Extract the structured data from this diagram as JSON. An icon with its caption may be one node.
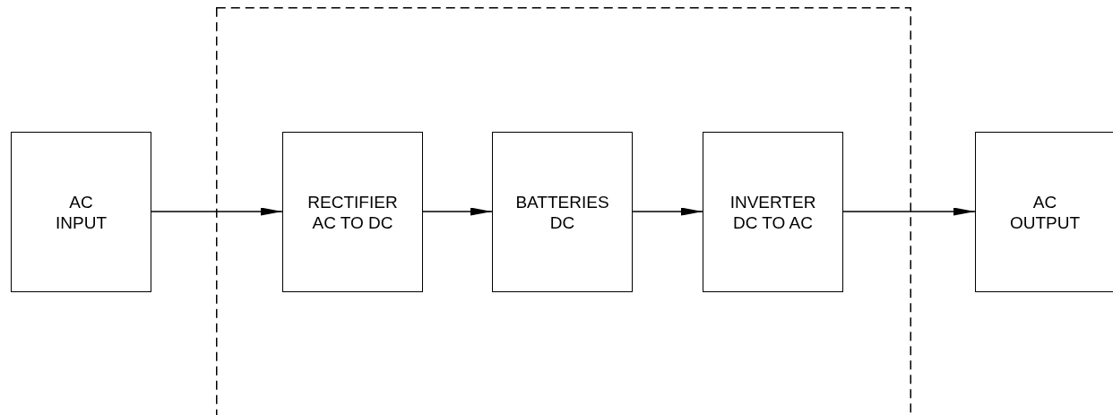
{
  "diagram": {
    "nodes": [
      {
        "text": [
          "AC INPUT"
        ]
      },
      {
        "text": [],
        "shape": "box"
      },
      {
        "text": [
          "RECTIFIER AC TO DC"
        ],
        "in": 1
      },
      {
        "text": [
          "BATTERIES DC"
        ],
        "in": 1
      },
      {
        "text": [
          "INVERTER DC TO AC"
        ],
        "in": 1
      },
      {
        "text": [
          "AC OUTPUT"
        ]
      }
    ],
    "edges": [
      {
        "from": 0,
        "to": 2,
        "arrow": "to"
      },
      {
        "from": 2,
        "to": 3,
        "arrow": "to"
      },
      {
        "from": 3,
        "to": 4,
        "arrow": "to"
      },
      {
        "from": 4,
        "to": 5,
        "arrow": "to"
      }
    ]
  }
}
